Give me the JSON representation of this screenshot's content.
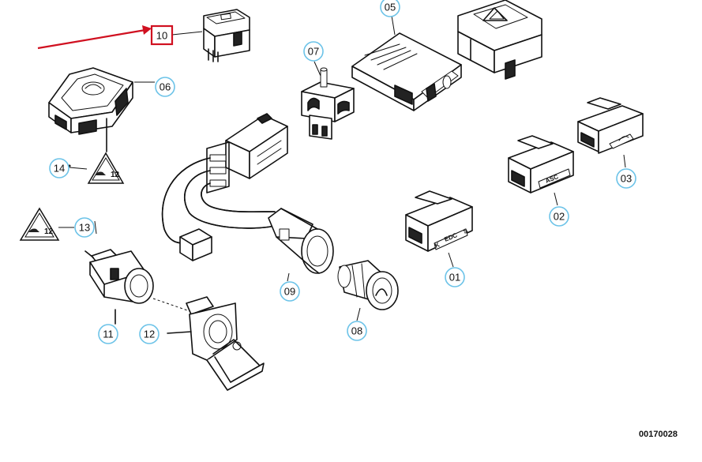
{
  "diagram": {
    "reference_number": "00170028",
    "highlighted_callout": "10",
    "callouts": [
      "01",
      "02",
      "03",
      "05",
      "06",
      "07",
      "08",
      "09",
      "11",
      "12",
      "13",
      "14"
    ],
    "button_labels": {
      "edc": "EDC",
      "asc": "ASC",
      "edc_s": "S",
      "edc_k": "K"
    },
    "warning_badge_text": "12",
    "colors": {
      "highlight": "#d01020",
      "bubble_outline": "#6cc3e8",
      "line": "#111111"
    }
  }
}
